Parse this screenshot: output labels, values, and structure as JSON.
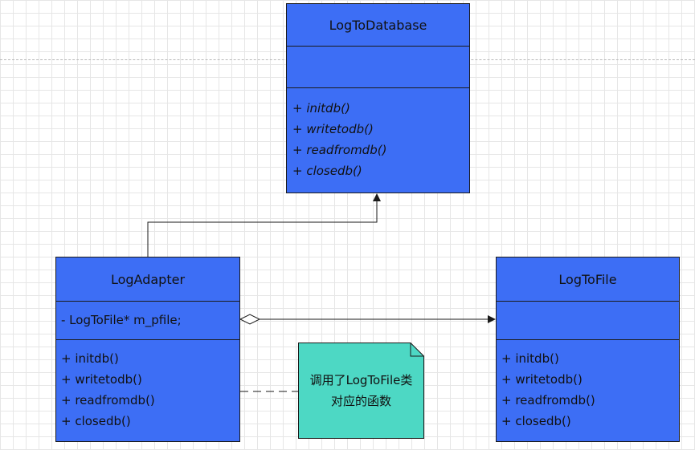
{
  "classes": {
    "log_to_database": {
      "name": "LogToDatabase",
      "attributes": "",
      "methods": [
        "+ initdb()",
        "+ writetodb()",
        "+ readfromdb()",
        "+ closedb()"
      ]
    },
    "log_adapter": {
      "name": "LogAdapter",
      "attributes": "- LogToFile* m_pfile;",
      "methods": [
        "+ initdb()",
        "+ writetodb()",
        "+ readfromdb()",
        "+ closedb()"
      ]
    },
    "log_to_file": {
      "name": "LogToFile",
      "attributes": "",
      "methods": [
        "+ initdb()",
        "+ writetodb()",
        "+ readfromdb()",
        "+ closedb()"
      ]
    }
  },
  "note": {
    "line1": "调用了LogToFile类",
    "line2": "对应的函数"
  },
  "colors": {
    "class_fill": "#3d6ef5",
    "note_fill": "#4dd8c4",
    "stroke": "#1a1a1a"
  }
}
